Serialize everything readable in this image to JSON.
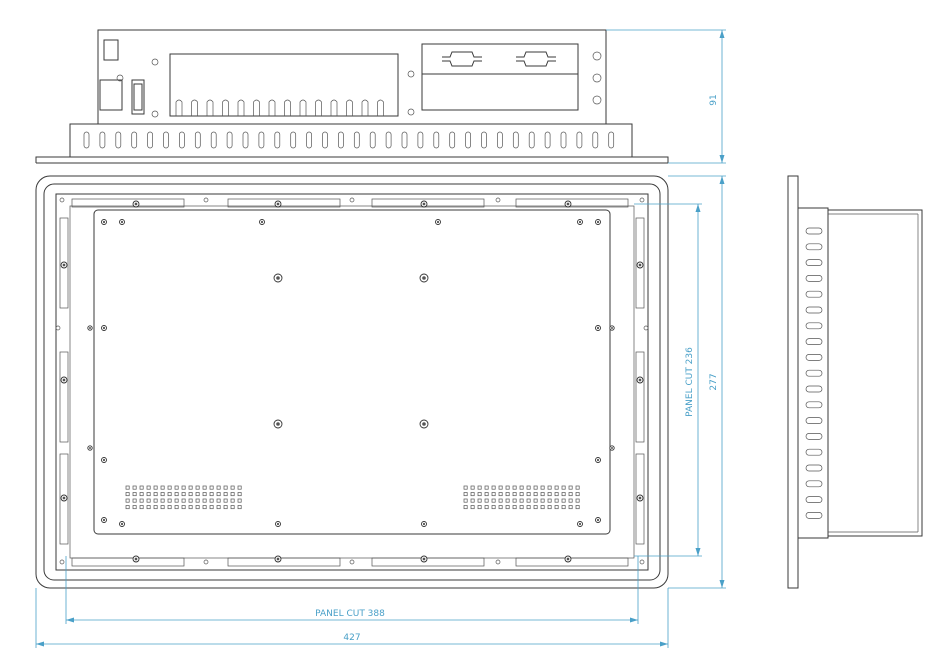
{
  "dimensions": {
    "top_height": "91",
    "overall_height": "277",
    "panel_cut_height": "PANEL CUT  236",
    "panel_cut_width": "PANEL CUT  388",
    "overall_width": "427"
  },
  "colors": {
    "line": "#3a3a3a",
    "dimension": "#4aa0c8",
    "background": "#ffffff"
  }
}
